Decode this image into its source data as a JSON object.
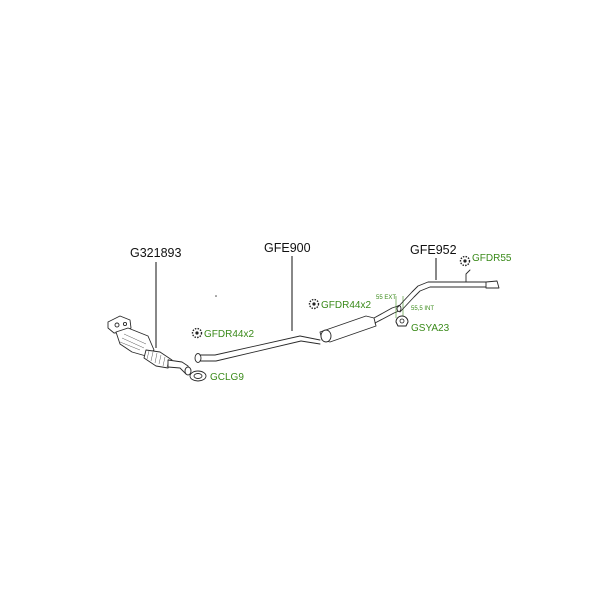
{
  "parts": {
    "catalytic_converter": {
      "code": "G321893"
    },
    "middle_section": {
      "code": "GFE900"
    },
    "rear_section": {
      "code": "GFE952"
    }
  },
  "accessories": {
    "clamp_front": {
      "code": "GFDR44x2"
    },
    "clamp_middle": {
      "code": "GFDR44x2"
    },
    "rubber_mount_rear": {
      "code": "GFDR55"
    },
    "gasket": {
      "code": "GCLG9"
    },
    "rear_clamp": {
      "code": "GSYA23"
    }
  },
  "dimensions": {
    "external": "55 EXT",
    "internal": "55,5 INT"
  },
  "colors": {
    "accessory_text": "#3a8a1a",
    "part_text": "#111111",
    "line": "#2a2a2a"
  }
}
